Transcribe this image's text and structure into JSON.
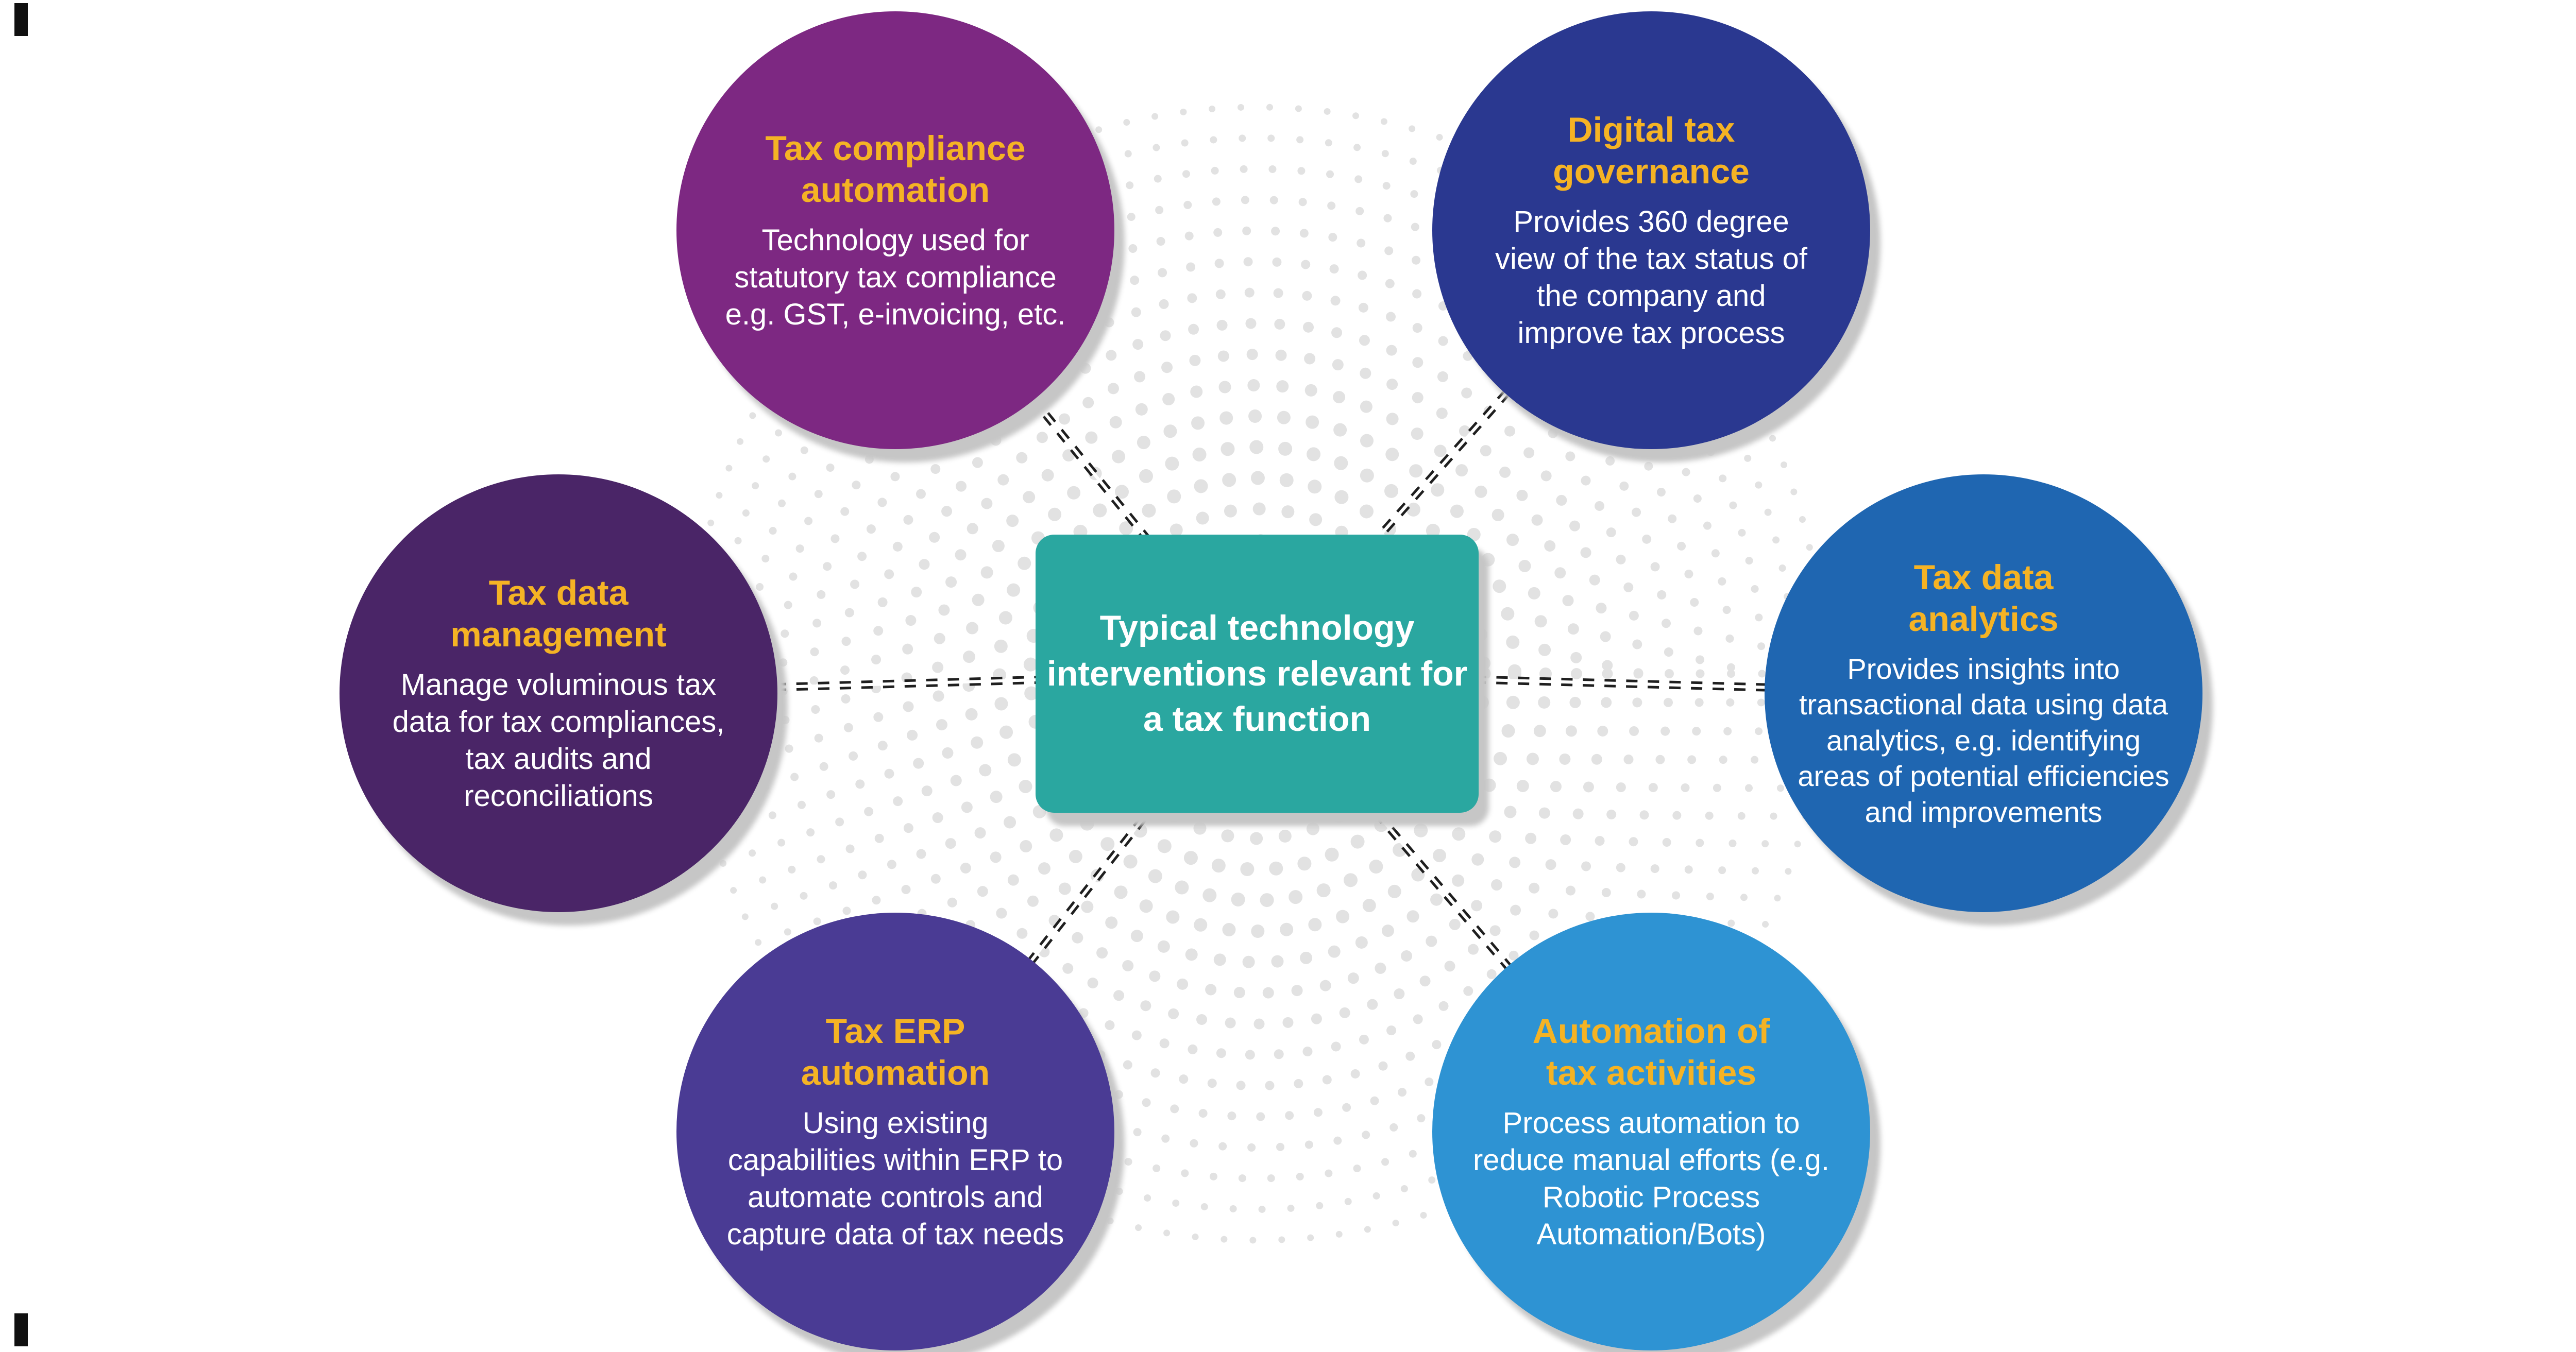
{
  "title_color": "#f5b324",
  "center": {
    "title": "Typical technology interventions relevant for a tax function",
    "color": "#2aa7a0",
    "text_color": "#ffffff"
  },
  "nodes": [
    {
      "id": "tax-compliance-automation",
      "title": "Tax compliance automation",
      "body": "Technology used for statutory tax compliance e.g. GST, e-invoicing, etc.",
      "color": "#7d2882"
    },
    {
      "id": "digital-tax-governance",
      "title": "Digital tax governance",
      "body": "Provides 360 degree view of the tax status of the company and improve tax process",
      "color": "#2a3890"
    },
    {
      "id": "tax-data-management",
      "title": "Tax data management",
      "body": "Manage voluminous tax data for tax compliances, tax audits and reconciliations",
      "color": "#4a2567"
    },
    {
      "id": "tax-data-analytics",
      "title": "Tax data analytics",
      "body": "Provides insights into transactional data using data analytics, e.g. identifying areas of potential efficiencies and improvements",
      "color": "#1f66b1"
    },
    {
      "id": "tax-erp-automation",
      "title": "Tax ERP automation",
      "body": "Using existing capabilities within ERP to automate controls and capture data of tax needs",
      "color": "#4a3b94"
    },
    {
      "id": "automation-of-tax-activities",
      "title": "Automation of tax activities",
      "body": "Process automation to reduce manual efforts (e.g. Robotic Process Automation/Bots)",
      "color": "#2e93d3"
    }
  ]
}
